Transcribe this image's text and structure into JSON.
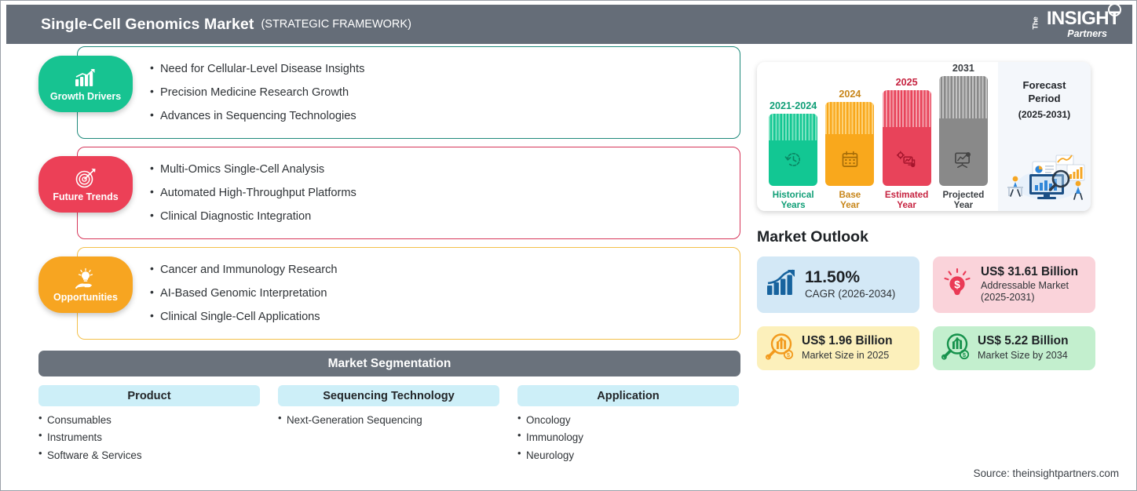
{
  "header": {
    "title": "Single-Cell Genomics Market",
    "subtitle": "(STRATEGIC FRAMEWORK)",
    "logo": {
      "the": "The",
      "insight": "INSIGHT",
      "partners": "Partners"
    }
  },
  "strips": [
    {
      "badge": "Growth Drivers",
      "color": "#17c391",
      "border": "#1f8a7b",
      "icon": "bar-chart-growth-icon",
      "bullets": [
        "Need for Cellular-Level Disease Insights",
        "Precision Medicine Research Growth",
        "Advances in Sequencing Technologies"
      ]
    },
    {
      "badge": "Future Trends",
      "color": "#ec4057",
      "border": "#d6365a",
      "icon": "target-arrow-icon",
      "bullets": [
        "Multi-Omics Single-Cell Analysis",
        "Automated High-Throughput Platforms",
        "Clinical Diagnostic Integration"
      ]
    },
    {
      "badge": "Opportunities",
      "color": "#f7a521",
      "border": "#f3c04a",
      "icon": "lightbulb-hand-icon",
      "bullets": [
        "Cancer and Immunology Research",
        "AI-Based Genomic Interpretation",
        "Clinical Single-Cell Applications"
      ]
    }
  ],
  "segmentation": {
    "title": "Market Segmentation",
    "columns": [
      {
        "head": "Product",
        "items": [
          "Consumables",
          "Instruments",
          "Software & Services"
        ]
      },
      {
        "head": "Sequencing Technology",
        "items": [
          "Next-Generation Sequencing"
        ]
      },
      {
        "head": "Application",
        "items": [
          "Oncology",
          "Immunology",
          "Neurology"
        ]
      }
    ]
  },
  "forecast": {
    "bars": [
      {
        "year": "2021-2024",
        "label": "Historical\nYears",
        "label_l1": "Historical",
        "label_l2": "Years",
        "color": "#12c793",
        "stripe": "#7de3c2",
        "height": 92,
        "icon": "clock-rewind-icon"
      },
      {
        "year": "2024",
        "label_l1": "Base",
        "label_l2": "Year",
        "color": "#f9a81c",
        "stripe": "#fdd27a",
        "height": 107,
        "icon": "calendar-icon"
      },
      {
        "year": "2025",
        "label_l1": "Estimated",
        "label_l2": "Year",
        "color": "#e8435a",
        "stripe": "#f4a0ab",
        "height": 122,
        "icon": "analytics-gear-icon"
      },
      {
        "year": "2031",
        "label_l1": "Projected",
        "label_l2": "Year",
        "color": "#898989",
        "stripe": "#c4c4c4",
        "height": 140,
        "icon": "presentation-screen-icon"
      }
    ],
    "panel_line1": "Forecast",
    "panel_line2": "Period",
    "panel_line3": "(2025-2031)",
    "panel_illustration": "dashboard-analytics-illustration"
  },
  "outlook": {
    "title": "Market Outlook",
    "cards": [
      {
        "value": "11.50%",
        "label": "CAGR (2026-2034)",
        "bg": "#d3e8f6",
        "icon": "bar-chart-arrow-icon",
        "icon_color": "#17639e"
      },
      {
        "value": "US$ 31.61 Billion",
        "label_l1": "Addressable Market",
        "label_l2": "(2025-2031)",
        "bg": "#fad3da",
        "icon": "lightbulb-dollar-icon",
        "icon_color": "#ea3a56"
      },
      {
        "value": "US$ 1.96 Billion",
        "label": "Market Size in 2025",
        "bg": "#fcf0bb",
        "icon": "magnifier-chart-icon",
        "icon_color": "#f29a1d"
      },
      {
        "value": "US$ 5.22 Billion",
        "label": "Market Size by 2034",
        "bg": "#c3efce",
        "icon": "magnifier-chart-icon",
        "icon_color": "#16924c"
      }
    ]
  },
  "source": "Source: theinsightpartners.com",
  "chart_data": {
    "type": "bar",
    "title": "Market Timeline Bars",
    "categories": [
      "2021-2024",
      "2024",
      "2025",
      "2031"
    ],
    "category_labels": [
      "Historical Years",
      "Base Year",
      "Estimated Year",
      "Projected Year"
    ],
    "values": [
      92,
      107,
      122,
      140
    ],
    "colors": [
      "#12c793",
      "#f9a81c",
      "#e8435a",
      "#898989"
    ],
    "xlabel": "",
    "ylabel": "",
    "annotation": "Forecast Period (2025-2031)"
  }
}
